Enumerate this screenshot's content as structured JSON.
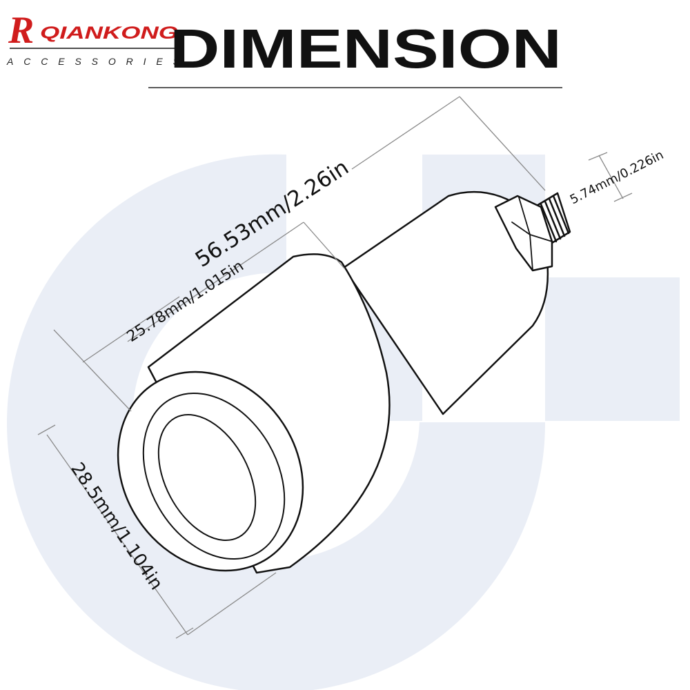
{
  "brand": {
    "initial": "R",
    "name": "QIANKONG",
    "subtitle": "ACCESSORIES",
    "red_color": "#d01c1c"
  },
  "title": "DIMENSION",
  "dimensions": {
    "total_length": "56.53mm/2.26in",
    "head_length": "25.78mm/1.015in",
    "diameter": "28.5mm/1.104in",
    "thread": "5.74mm/0.226in"
  },
  "colors": {
    "background_shape": "#eaeef6",
    "outline": "#111111",
    "dimension_line": "#8a8a8a"
  }
}
